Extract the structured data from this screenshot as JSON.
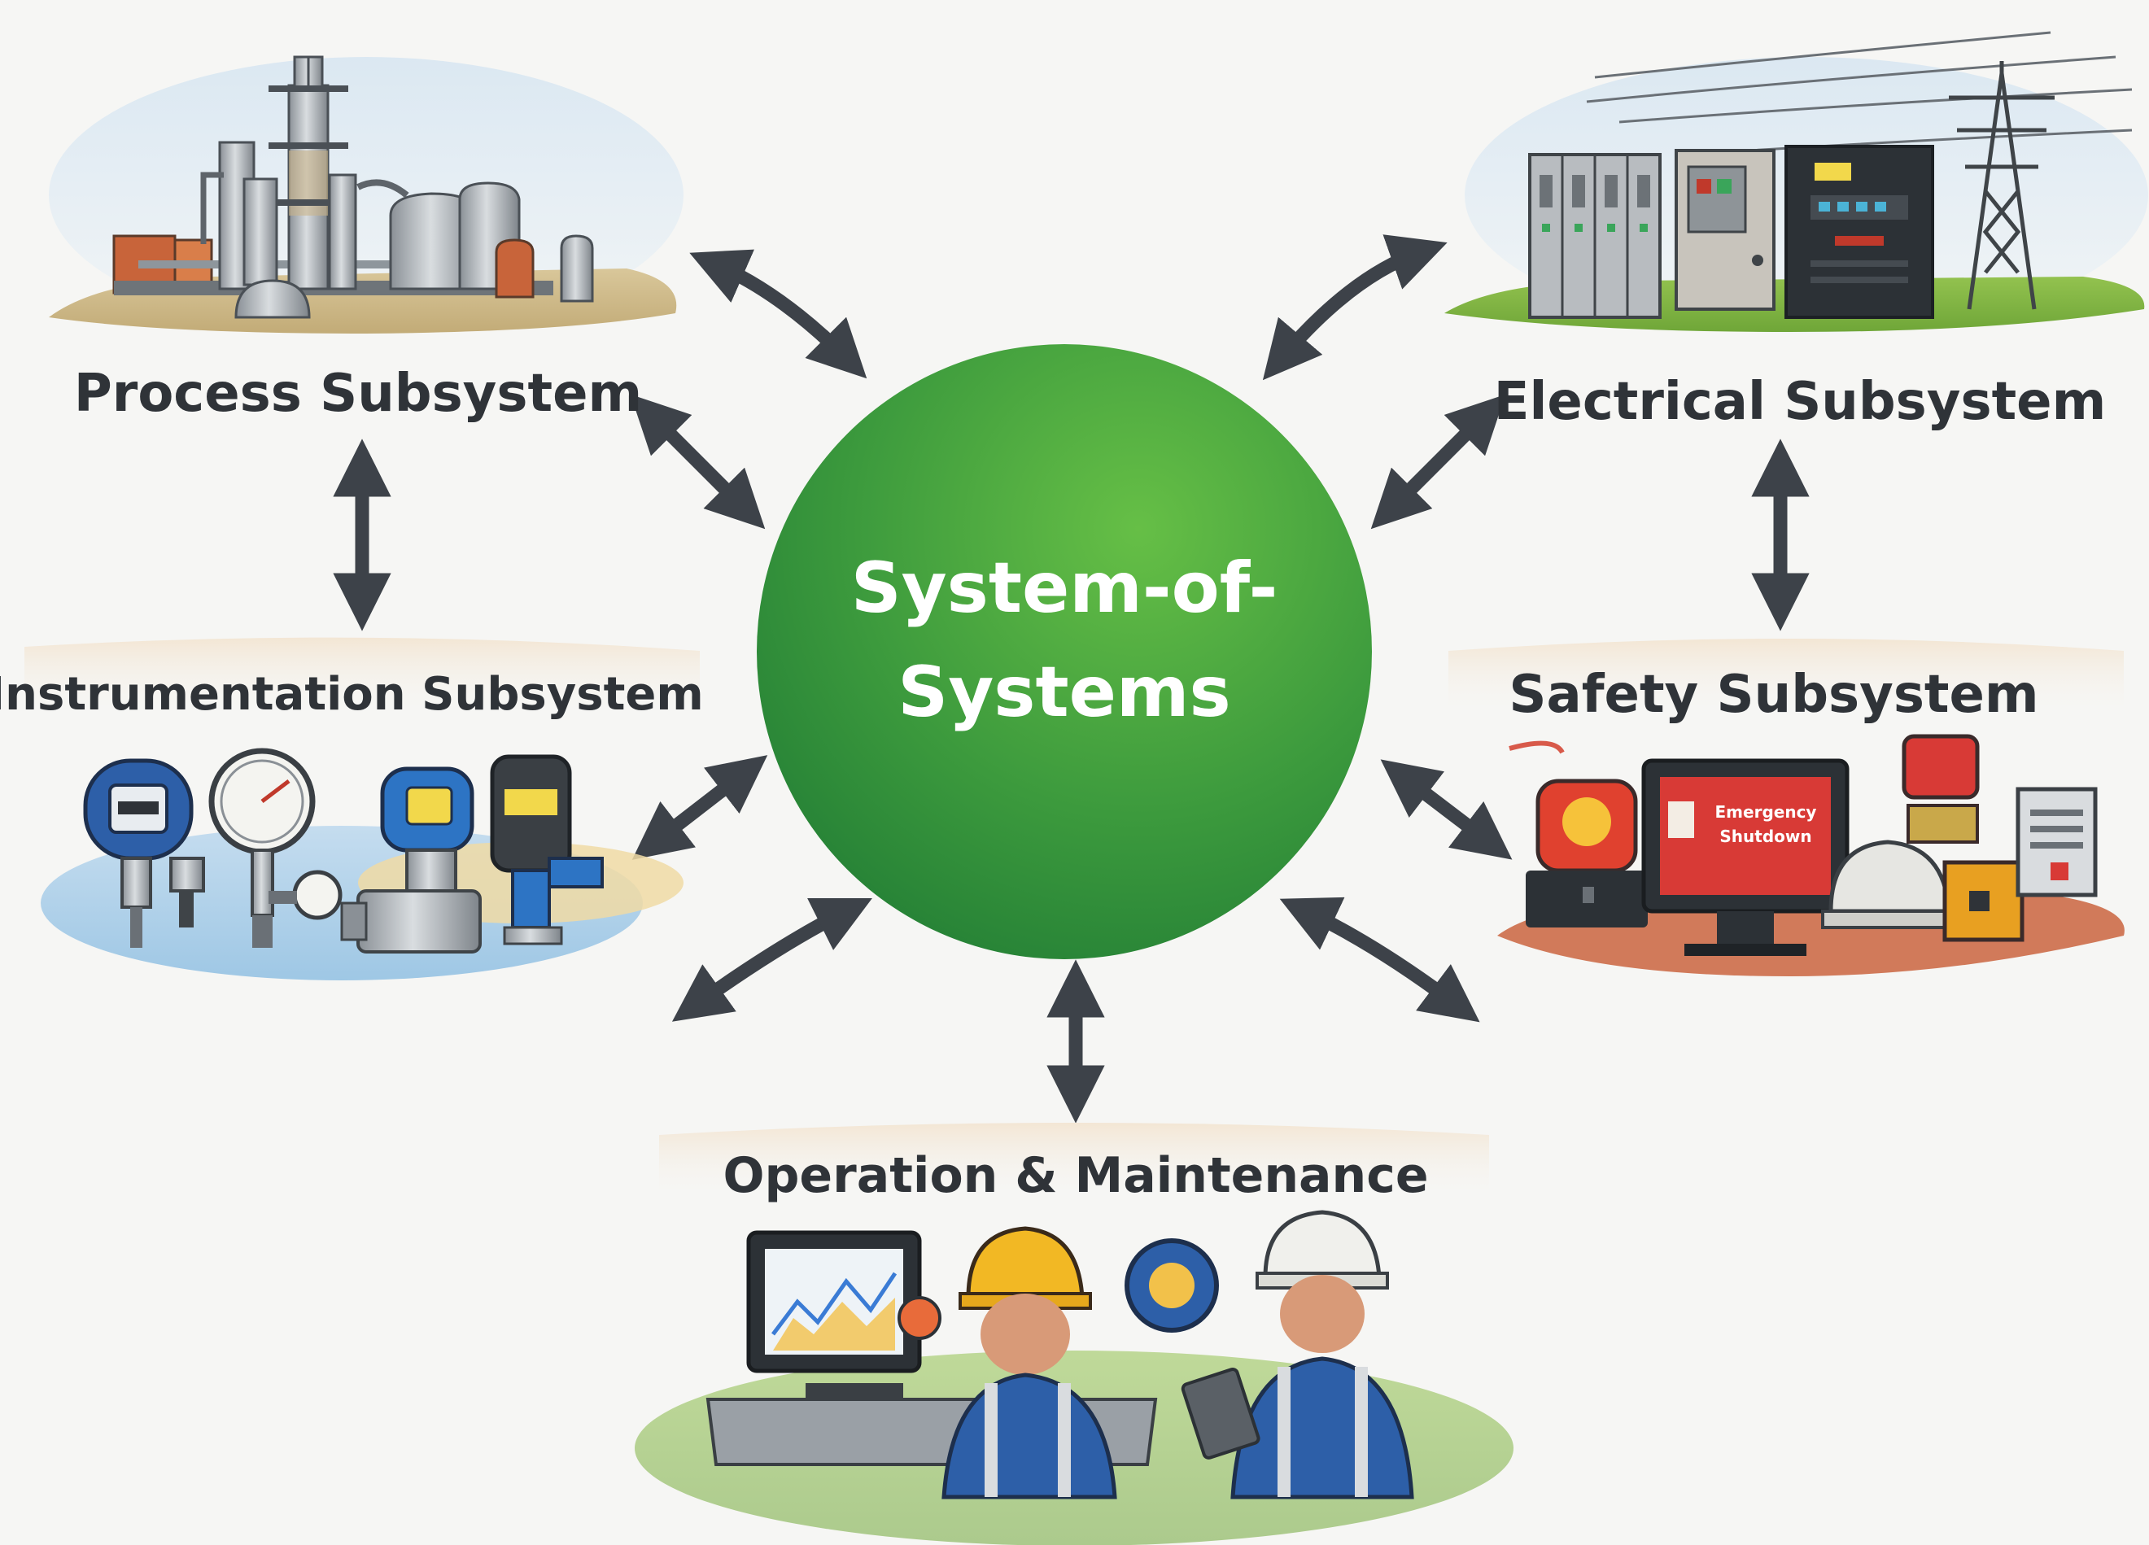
{
  "hub": {
    "line1": "System-of-",
    "line2": "Systems"
  },
  "subsystems": {
    "process": "Process Subsystem",
    "electrical": "Electrical Subsystem",
    "instrumentation": "Instrumentation Subsystem",
    "safety": "Safety Subsystem",
    "operation": "Operation & Maintenance"
  },
  "safety_screen": {
    "line1": "Emergency",
    "line2": "Shutdown"
  },
  "colors": {
    "hub_green": "#2f8f3a",
    "hub_green_light": "#5cb845",
    "arrow": "#3d4249",
    "label_text": "#2f3338",
    "background": "#f6f6f4"
  },
  "icons": [
    "process-plant-icon",
    "electrical-cabinets-icon",
    "transmission-tower-icon",
    "pressure-transmitter-icon",
    "pressure-gauge-icon",
    "alarm-beacon-icon",
    "hard-hat-icon",
    "engineer-icon",
    "gear-icon"
  ]
}
